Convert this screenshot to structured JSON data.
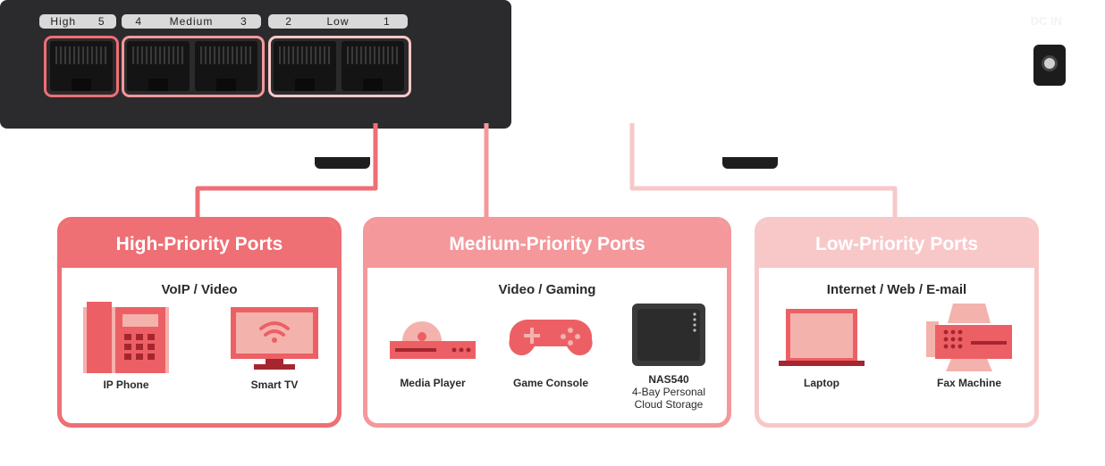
{
  "switch": {
    "port_labels": [
      {
        "parts": [
          "High",
          "5"
        ]
      },
      {
        "parts": [
          "4",
          "Medium",
          "3"
        ]
      },
      {
        "parts": [
          "2",
          "Low",
          "1"
        ]
      }
    ],
    "power_label": "DC IN"
  },
  "colors": {
    "high": "#ee6f74",
    "medium": "#f4989b",
    "low": "#f8c8c9",
    "device_primary": "#ec6065",
    "device_light": "#f4b2ad",
    "device_dark": "#a5262e",
    "switch_body": "#2b2b2d"
  },
  "groups": [
    {
      "title": "High-Priority Ports",
      "category": "VoIP / Video",
      "devices": [
        {
          "icon": "ip-phone-icon",
          "label": "IP Phone"
        },
        {
          "icon": "smart-tv-icon",
          "label": "Smart TV"
        }
      ]
    },
    {
      "title": "Medium-Priority Ports",
      "category": "Video / Gaming",
      "devices": [
        {
          "icon": "media-player-icon",
          "label": "Media Player"
        },
        {
          "icon": "game-console-icon",
          "label": "Game Console"
        },
        {
          "icon": "nas-icon",
          "label": "NAS540",
          "detail_1": "4-Bay Personal",
          "detail_2": "Cloud Storage"
        }
      ]
    },
    {
      "title": "Low-Priority Ports",
      "category": "Internet / Web / E-mail",
      "devices": [
        {
          "icon": "laptop-icon",
          "label": "Laptop"
        },
        {
          "icon": "fax-machine-icon",
          "label": "Fax Machine"
        }
      ]
    }
  ]
}
